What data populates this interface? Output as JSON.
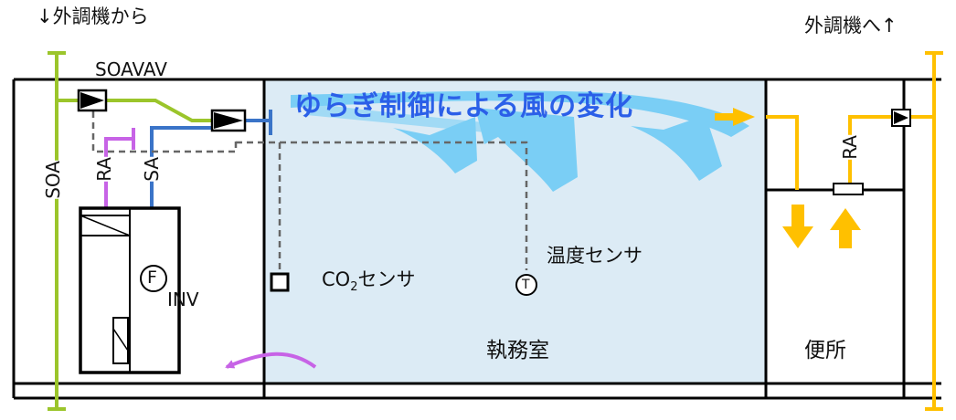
{
  "header": {
    "from_outdoor": "↓外調機から",
    "to_outdoor": "外調機へ↑"
  },
  "labels": {
    "soavav": "SOAVAV",
    "soa": "SOA",
    "ra_left": "RA",
    "sa": "SA",
    "ra_right": "RA",
    "fan_symbol": "F",
    "inv": "INV",
    "co2_sensor_prefix": "CO",
    "co2_sensor_sub": "2",
    "co2_sensor_suffix": "センサ",
    "temp_sensor": "温度センサ",
    "temp_symbol": "T",
    "office": "執務室",
    "toilet": "便所",
    "title": "ゆらぎ制御による風の変化"
  },
  "colors": {
    "soa_duct": "#9bc52b",
    "supply_duct": "#3a74c8",
    "return_left": "#c763e6",
    "exhaust_duct": "#ffc000",
    "office_fill": "#dcebf5",
    "wind": "#62c8f5",
    "title": "#2b5fe8",
    "control_line": "#666666"
  }
}
